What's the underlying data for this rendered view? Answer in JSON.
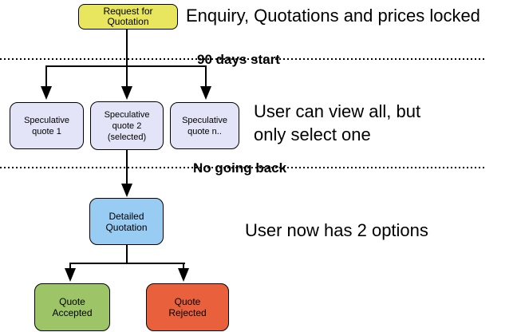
{
  "nodes": {
    "request": {
      "label": "Request for\nQuotation",
      "color": "#E8E55E"
    },
    "spec1": {
      "label": "Speculative\nquote 1",
      "color": "#E4E4F8"
    },
    "spec2": {
      "label": "Speculative\nquote 2\n(selected)",
      "color": "#E4E4F8"
    },
    "specn": {
      "label": "Speculative\nquote n..",
      "color": "#E4E4F8"
    },
    "detailed": {
      "label": "Detailed\nQuotation",
      "color": "#99CCF2"
    },
    "accepted": {
      "label": "Quote\nAccepted",
      "color": "#9DC466"
    },
    "rejected": {
      "label": "Quote\nRejected",
      "color": "#E8613C"
    }
  },
  "annotations": {
    "top_note": "Enquiry, Quotations and prices locked",
    "view_note": "User can view all, but\nonly select one",
    "options_note": "User now has 2 options",
    "milestone_90_days": "90 days start",
    "milestone_no_back": "No going back"
  },
  "edges": [
    {
      "from": "request",
      "to": "spec1"
    },
    {
      "from": "request",
      "to": "spec2"
    },
    {
      "from": "request",
      "to": "specn"
    },
    {
      "from": "spec2",
      "to": "detailed"
    },
    {
      "from": "detailed",
      "to": "accepted"
    },
    {
      "from": "detailed",
      "to": "rejected"
    }
  ],
  "colors": {
    "line": "#000000",
    "text": "#000000",
    "background": "#FFFFFF"
  }
}
